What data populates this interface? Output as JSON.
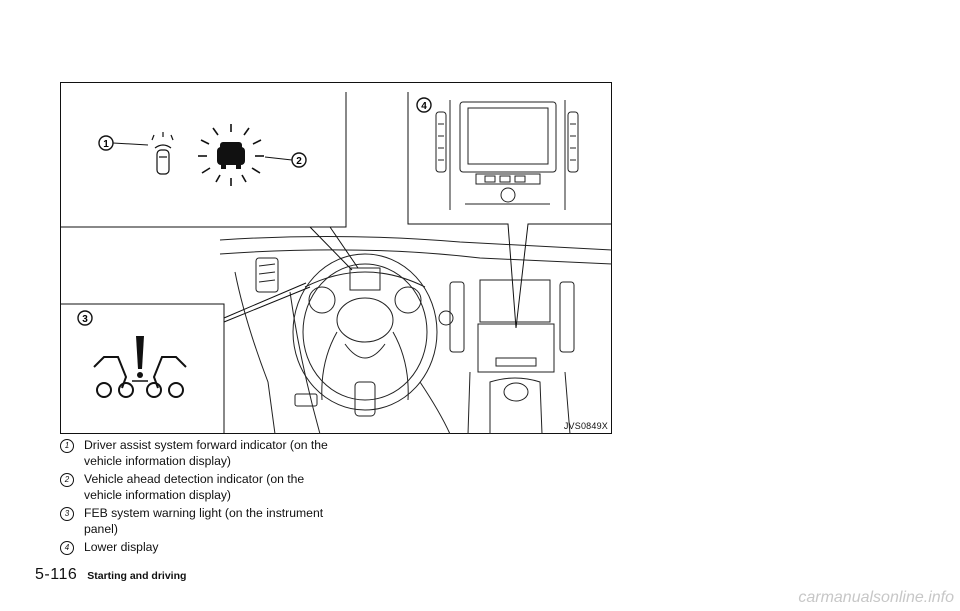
{
  "figure": {
    "code": "JVS0849X",
    "callouts": [
      "1",
      "2",
      "3",
      "4"
    ]
  },
  "captions": [
    {
      "num": "1",
      "text": "Driver assist system forward indicator (on the vehicle information display)"
    },
    {
      "num": "2",
      "text": "Vehicle ahead detection indicator (on the vehicle information display)"
    },
    {
      "num": "3",
      "text": "FEB system warning light (on the instrument panel)"
    },
    {
      "num": "4",
      "text": "Lower display"
    }
  ],
  "footer": {
    "page_number": "5-116",
    "section_title": "Starting and driving"
  },
  "watermark": "carmanualsonline.info"
}
